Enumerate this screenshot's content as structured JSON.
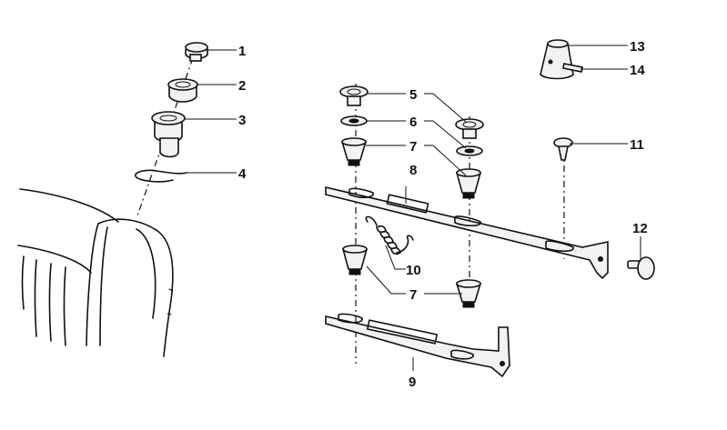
{
  "callouts": [
    {
      "id": "c1",
      "label": "1"
    },
    {
      "id": "c2",
      "label": "2"
    },
    {
      "id": "c3",
      "label": "3"
    },
    {
      "id": "c4",
      "label": "4"
    },
    {
      "id": "c5",
      "label": "5"
    },
    {
      "id": "c6",
      "label": "6"
    },
    {
      "id": "c7a",
      "label": "7"
    },
    {
      "id": "c7b",
      "label": "7"
    },
    {
      "id": "c8",
      "label": "8"
    },
    {
      "id": "c9",
      "label": "9"
    },
    {
      "id": "c10",
      "label": "10"
    },
    {
      "id": "c11",
      "label": "11"
    },
    {
      "id": "c12",
      "label": "12"
    },
    {
      "id": "c13",
      "label": "13"
    },
    {
      "id": "c14",
      "label": "14"
    }
  ],
  "colors": {
    "ink": "#111111",
    "paper": "#ffffff"
  }
}
